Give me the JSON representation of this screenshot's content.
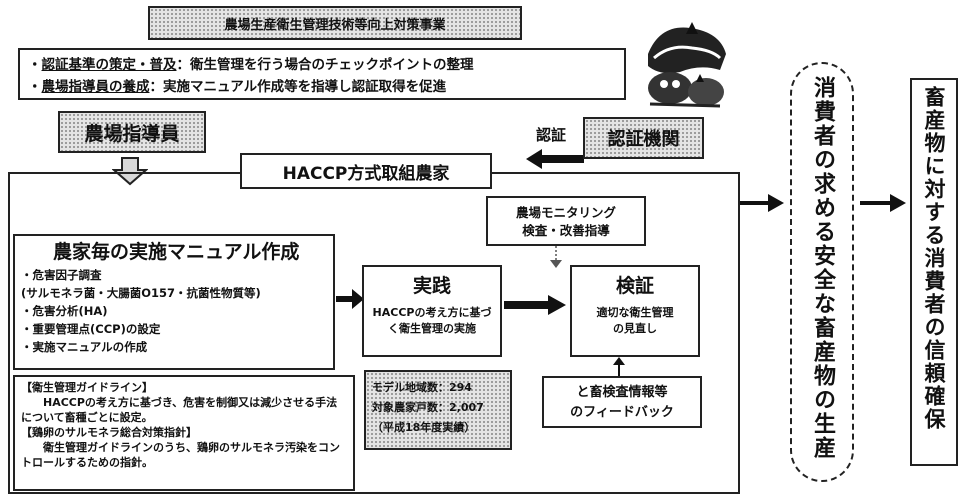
{
  "top_title": "農場生産衛生管理技術等向上対策事業",
  "objectives": {
    "line1_underlined": "認証基準の策定・普及",
    "line1_rest": "：衛生管理を行う場合のチェックポイントの整理",
    "line2_underlined": "農場指導員の養成",
    "line2_rest": "：実施マニュアル作成等を指導し認証取得を促進",
    "bullet": "・"
  },
  "instructor": "農場指導員",
  "certification_body": "認証機関",
  "certification_label": "認証",
  "haccp_header": "HACCP方式取組農家",
  "monitoring": {
    "line1": "農場モニタリング",
    "line2": "検査・改善指導"
  },
  "manual": {
    "title": "農家毎の実施マニュアル作成",
    "items": [
      "・危害因子調査",
      "(サルモネラ菌・大腸菌O157・抗菌性物質等)",
      "・危害分析(HA)",
      "・重要管理点(CCP)の設定",
      "・実施マニュアルの作成"
    ]
  },
  "practice": {
    "title": "実践",
    "text": "HACCPの考え方に基づく衛生管理の実施"
  },
  "verify": {
    "title": "検証",
    "line1": "適切な衛生管理",
    "line2": "の見直し"
  },
  "feedback": {
    "line1": "と畜検査情報等",
    "line2": "のフィードバック"
  },
  "stats": {
    "line1": "モデル地域数：294",
    "line2": "対象農家戸数：2,007",
    "line3": "（平成18年度実績）"
  },
  "guidelines": {
    "heading1": "【衛生管理ガイドライン】",
    "text1": "HACCPの考え方に基づき、危害を制御又は減少させる手法について畜種ごとに設定。",
    "heading2": "【鶏卵のサルモネラ総合対策指針】",
    "text2": "衛生管理ガイドラインのうち、鶏卵のサルモネラ汚染をコントロールするための指針。"
  },
  "consumer_text": "消費者の求める安全な畜産物の生産",
  "trust_text": "畜産物に対する消費者の信頼確保",
  "icons": [
    "cattle-pig-chicken-illustration",
    "arrow-right-icon",
    "arrow-left-icon",
    "arrow-down-icon"
  ]
}
